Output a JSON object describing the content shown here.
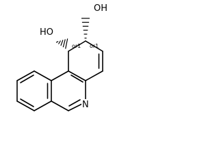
{
  "molecule": {
    "atoms": {
      "oh_top": "OH",
      "oh_left": "HO",
      "nitrogen": "N"
    },
    "stereo_labels": {
      "c1": "or1",
      "c2": "or1"
    },
    "colors": {
      "bond": "#000000",
      "text": "#000000",
      "background": "#ffffff"
    }
  }
}
